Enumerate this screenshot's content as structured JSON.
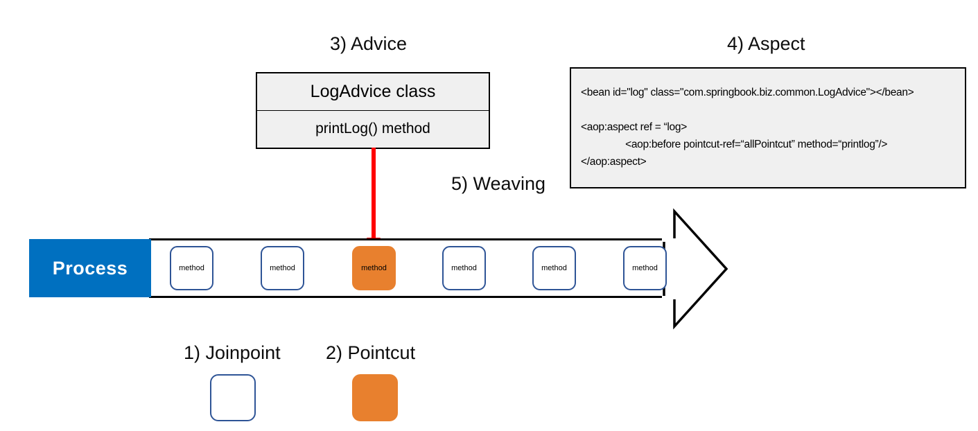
{
  "diagram": {
    "title": "Spring AOP terminology diagram",
    "colors": {
      "process_blue": "#0070C0",
      "pointcut_orange": "#E8802E",
      "joinpoint_border_blue": "#2E5496",
      "weaving_arrow_red": "#FF0000",
      "box_fill_gray": "#F0F0F0",
      "outline_black": "#000000"
    }
  },
  "captions": {
    "advice": "3) Advice",
    "aspect": "4) Aspect",
    "weaving": "5) Weaving",
    "joinpoint": "1) Joinpoint",
    "pointcut": "2) Pointcut"
  },
  "advice_box": {
    "class_name": "LogAdvice class",
    "method_name": "printLog() method"
  },
  "aspect_box": {
    "code_lines": [
      "<bean id=\"log\" class=\"com.springbook.biz.common.LogAdvice\"></bean>",
      "",
      "<aop:aspect ref = “log>",
      "                <aop:before pointcut-ref=“allPointcut” method=“printlog”/>",
      "</aop:aspect>"
    ]
  },
  "process": {
    "label": "Process",
    "methods": [
      {
        "label": "method",
        "kind": "joinpoint"
      },
      {
        "label": "method",
        "kind": "joinpoint"
      },
      {
        "label": "method",
        "kind": "pointcut"
      },
      {
        "label": "method",
        "kind": "joinpoint"
      },
      {
        "label": "method",
        "kind": "joinpoint"
      },
      {
        "label": "method",
        "kind": "joinpoint"
      }
    ]
  },
  "legend": [
    {
      "label": "1) Joinpoint",
      "kind": "joinpoint"
    },
    {
      "label": "2) Pointcut",
      "kind": "pointcut"
    }
  ]
}
